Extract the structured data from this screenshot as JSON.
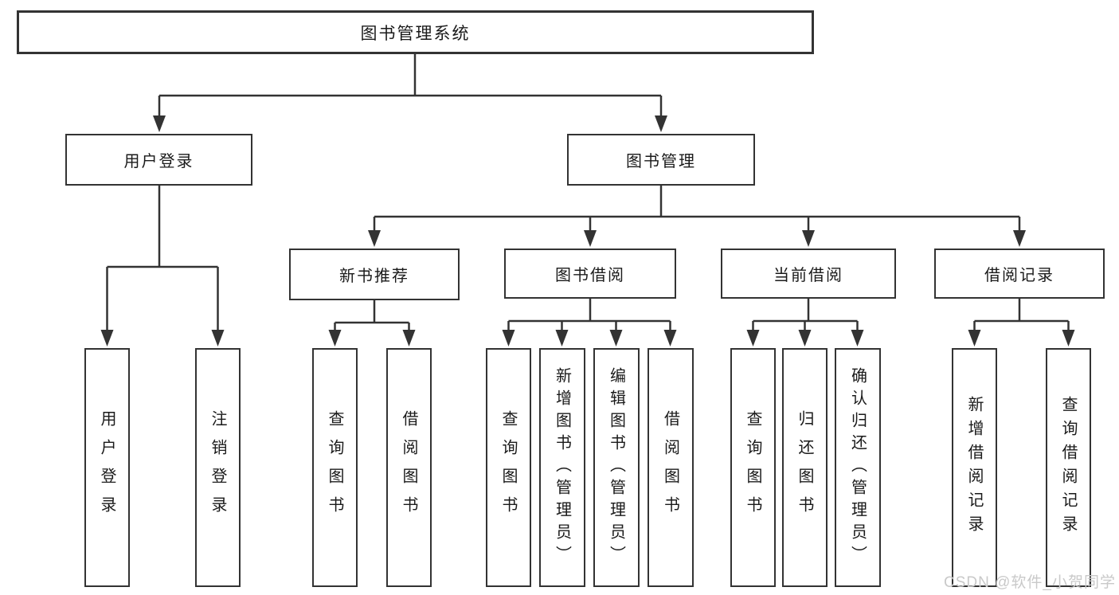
{
  "colors": {
    "line": "#333333",
    "text": "#1a1a1a",
    "background": "#ffffff",
    "watermark": "#c9c9c9"
  },
  "tree": {
    "root": {
      "label": "图书管理系统",
      "children": [
        {
          "label": "用户登录",
          "children": [
            {
              "label": "用户登录"
            },
            {
              "label": "注销登录"
            }
          ]
        },
        {
          "label": "图书管理",
          "children": [
            {
              "label": "新书推荐",
              "children": [
                {
                  "label": "查询图书"
                },
                {
                  "label": "借阅图书"
                }
              ]
            },
            {
              "label": "图书借阅",
              "children": [
                {
                  "label": "查询图书"
                },
                {
                  "label": "新增图书（管理员）"
                },
                {
                  "label": "编辑图书（管理员）"
                },
                {
                  "label": "借阅图书"
                }
              ]
            },
            {
              "label": "当前借阅",
              "children": [
                {
                  "label": "查询图书"
                },
                {
                  "label": "归还图书"
                },
                {
                  "label": "确认归还（管理员）"
                }
              ]
            },
            {
              "label": "借阅记录",
              "children": [
                {
                  "label": "新增借阅记录"
                },
                {
                  "label": "查询借阅记录"
                }
              ]
            }
          ]
        }
      ]
    }
  },
  "watermark": {
    "text": "CSDN @软件_小贺同学"
  }
}
